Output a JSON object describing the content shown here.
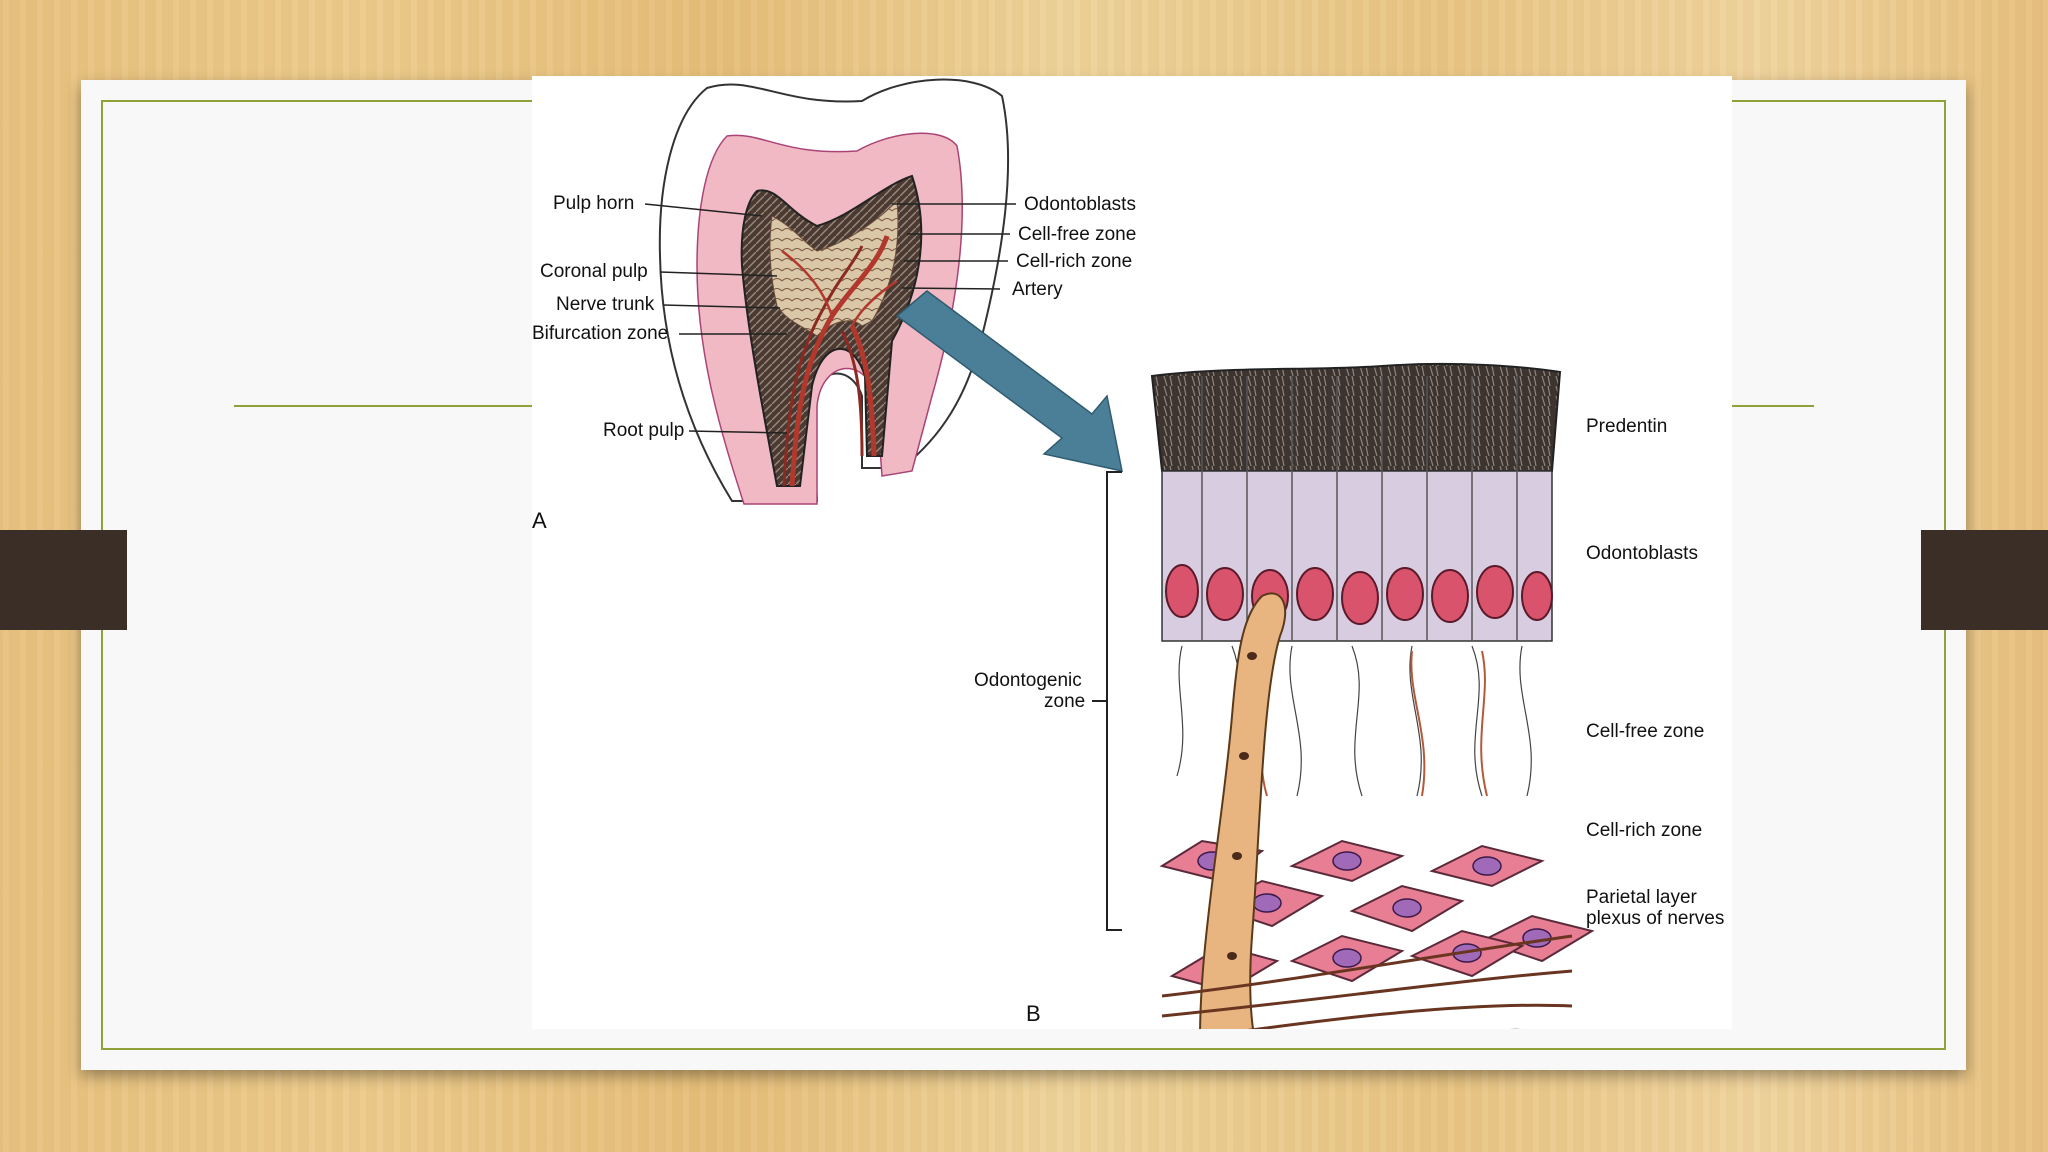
{
  "figure": {
    "panel_a": {
      "panel_label": "A",
      "left_labels": [
        "Pulp horn",
        "Coronal pulp",
        "Nerve trunk",
        "Bifurcation zone",
        "Root pulp"
      ],
      "right_labels": [
        "Odontoblasts",
        "Cell-free zone",
        "Cell-rich zone",
        "Artery"
      ]
    },
    "panel_b": {
      "panel_label": "B",
      "odontogenic_line1": "Odontogenic",
      "odontogenic_line2": "zone",
      "right_labels": [
        "Predentin",
        "Odontoblasts",
        "Cell-free zone",
        "Cell-rich zone"
      ],
      "parietal_line1": "Parietal layer",
      "parietal_line2": "plexus of nerves"
    }
  },
  "colors": {
    "accent_line": "#8fa23a",
    "arrow": "#4b7f97",
    "dentin": "#f0b9c4",
    "pulp": "#6b4a3a",
    "cell_body": "#e77e93",
    "nucleus": "#a06ab8",
    "vessel": "#e8b580"
  }
}
